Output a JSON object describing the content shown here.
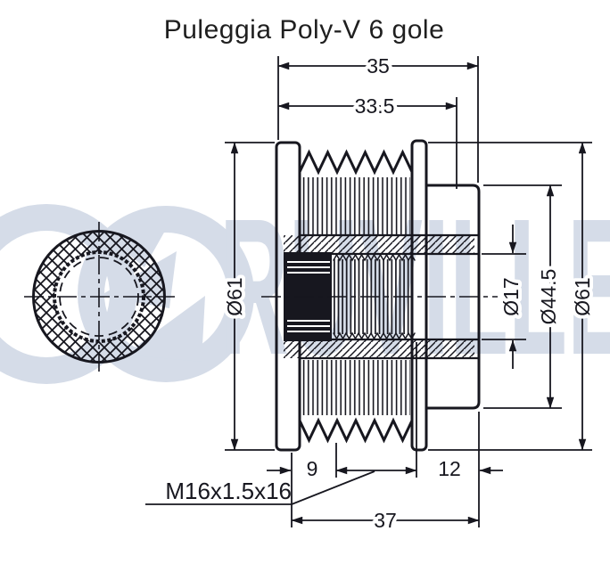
{
  "title": "Puleggia Poly-V 6 gole",
  "watermark": {
    "brand": "RUVILLE"
  },
  "dimensions": {
    "overall_width_mm": "35",
    "grooved_width_mm": "33.5",
    "pulley_outer_diameter_left": "Ø61",
    "bore_diameter": "Ø17",
    "hub_flange_diameter": "Ø44.5",
    "pulley_outer_diameter_right": "Ø61",
    "rim_offset_mm": "9",
    "hub_protrusion_mm": "12",
    "overall_length_mm": "37",
    "thread_spec": "M16x1.5x16"
  },
  "colors": {
    "line_color": "#17171f",
    "watermark_color": "#d5dce8",
    "title_color": "#1f1f1f",
    "background": "#ffffff"
  }
}
